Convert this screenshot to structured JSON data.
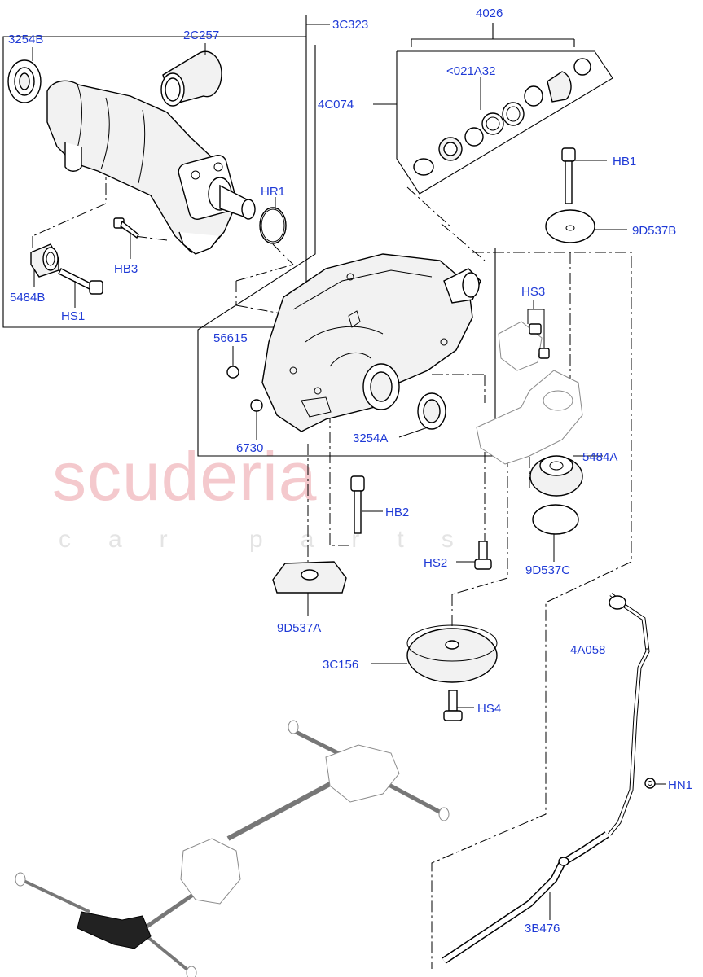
{
  "watermark": {
    "main": "scuderia",
    "sub": "car parts"
  },
  "labels": {
    "p3C323": "3C323",
    "p4026": "4026",
    "p3254B": "3254B",
    "p2C257": "2C257",
    "p4C074": "4C074",
    "p021A32": "<021A32",
    "pHB1": "HB1",
    "pHR1": "HR1",
    "p9D537B": "9D537B",
    "pHB3": "HB3",
    "p5484B": "5484B",
    "pHS1": "HS1",
    "pHS3": "HS3",
    "p56615": "56615",
    "p6730": "6730",
    "p3254A": "3254A",
    "p5484A": "5484A",
    "pHB2": "HB2",
    "pHS2": "HS2",
    "p9D537C": "9D537C",
    "p9D537A": "9D537A",
    "p4A058": "4A058",
    "p3C156": "3C156",
    "pHS4": "HS4",
    "pHN1": "HN1",
    "p3B476": "3B476"
  }
}
